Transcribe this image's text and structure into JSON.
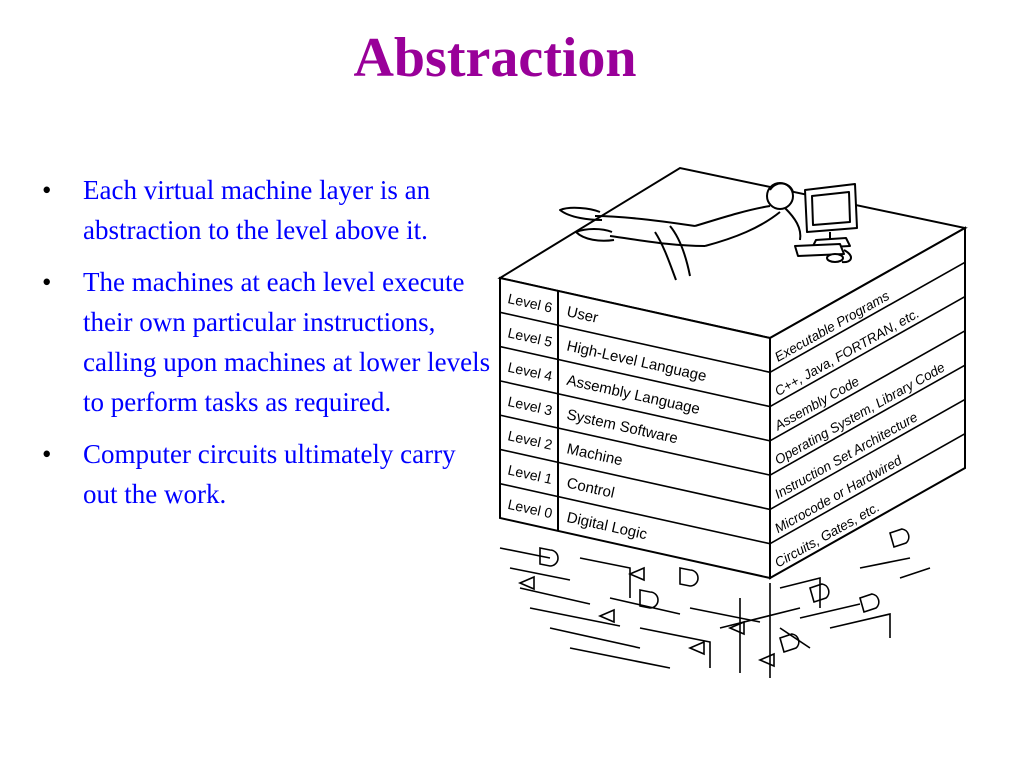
{
  "slide": {
    "title": "Abstraction",
    "title_color": "#990099",
    "bullet_color": "#0000ff",
    "bullets": [
      "Each virtual machine layer is an abstraction to the level above it.",
      "The machines at each level execute their own particular instructions, calling upon machines at lower levels to perform tasks as required.",
      "Computer circuits ultimately carry out the work."
    ]
  },
  "figure": {
    "levels": [
      {
        "level": "Level 6",
        "name": "User",
        "side": "Executable Programs"
      },
      {
        "level": "Level 5",
        "name": "High-Level Language",
        "side": "C++, Java, FORTRAN, etc."
      },
      {
        "level": "Level 4",
        "name": "Assembly Language",
        "side": "Assembly Code"
      },
      {
        "level": "Level 3",
        "name": "System Software",
        "side": "Operating System, Library Code"
      },
      {
        "level": "Level 2",
        "name": "Machine",
        "side": "Instruction Set Architecture"
      },
      {
        "level": "Level 1",
        "name": "Control",
        "side": "Microcode or Hardwired"
      },
      {
        "level": "Level 0",
        "name": "Digital Logic",
        "side": "Circuits, Gates, etc."
      }
    ],
    "person_icon": "person-at-computer-icon",
    "circuit_icon": "logic-circuit-icon"
  }
}
